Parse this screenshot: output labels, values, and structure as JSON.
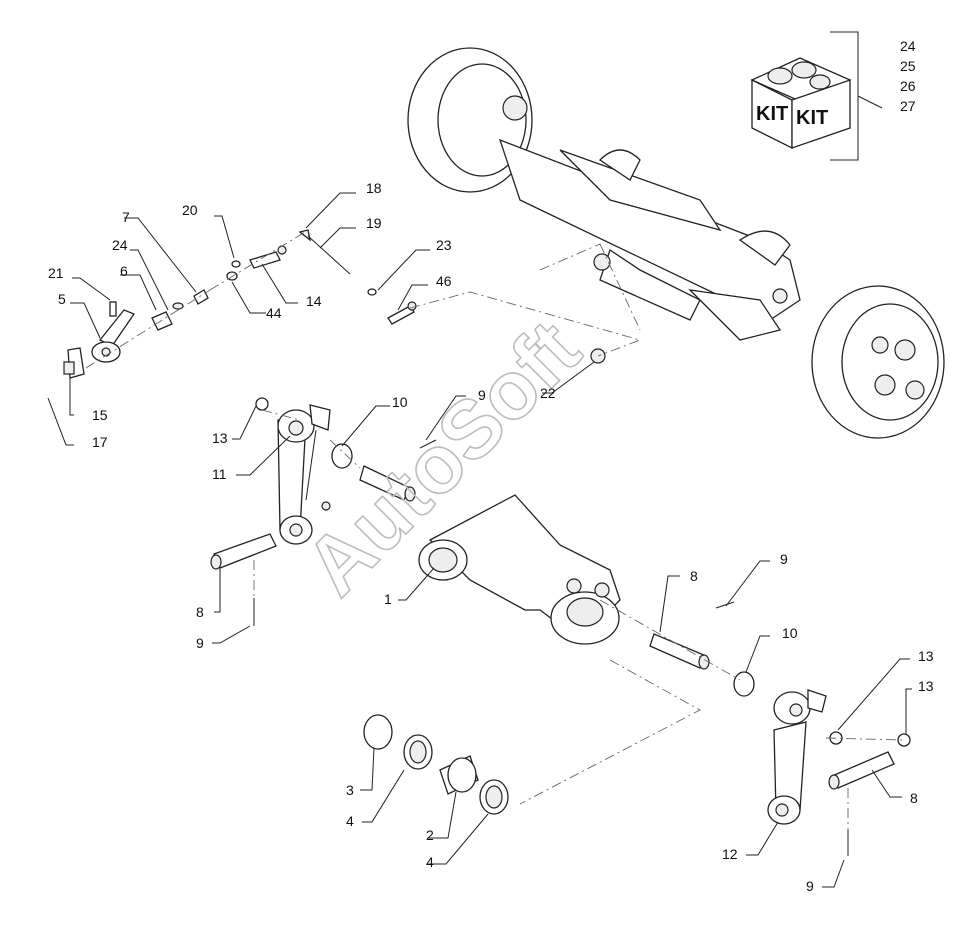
{
  "watermark": "AutoSoft",
  "kit": {
    "label_left": "KIT",
    "label_right": "KIT",
    "item_numbers": [
      "24",
      "25",
      "26",
      "27"
    ]
  },
  "callouts": {
    "c18": "18",
    "c19": "19",
    "c20": "20",
    "c7": "7",
    "c24a": "24",
    "c6": "6",
    "c21": "21",
    "c5": "5",
    "c44": "44",
    "c14": "14",
    "c23": "23",
    "c46": "46",
    "c15": "15",
    "c17": "17",
    "c22": "22",
    "c13a": "13",
    "c11": "11",
    "c10a": "10",
    "c9a": "9",
    "c1": "1",
    "c8a": "8",
    "c9b": "9",
    "c8b": "8",
    "c9c": "9",
    "c10b": "10",
    "c13b": "13",
    "c13c": "13",
    "c8c": "8",
    "c3": "3",
    "c4a": "4",
    "c2": "2",
    "c4b": "4",
    "c12": "12",
    "c9d": "9"
  }
}
